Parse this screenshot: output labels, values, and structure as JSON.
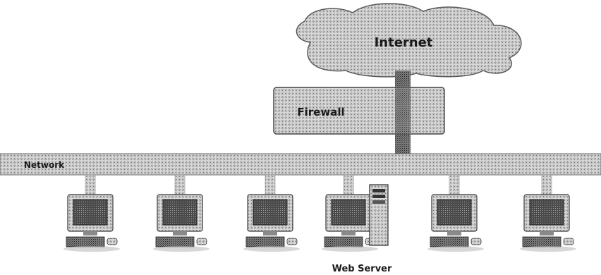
{
  "diagram": {
    "cloud_label": "Internet",
    "firewall_label": "Firewall",
    "network_label": "Network",
    "server_label": "Web Server"
  },
  "nodes": [
    {
      "type": "workstation"
    },
    {
      "type": "workstation"
    },
    {
      "type": "workstation"
    },
    {
      "type": "workstation-with-server"
    },
    {
      "type": "workstation"
    },
    {
      "type": "workstation"
    }
  ],
  "colors": {
    "fill_pattern_light": "#d9d9d9",
    "fill_pattern_dark": "#6f6f6f",
    "outline": "#3a3a3a"
  }
}
